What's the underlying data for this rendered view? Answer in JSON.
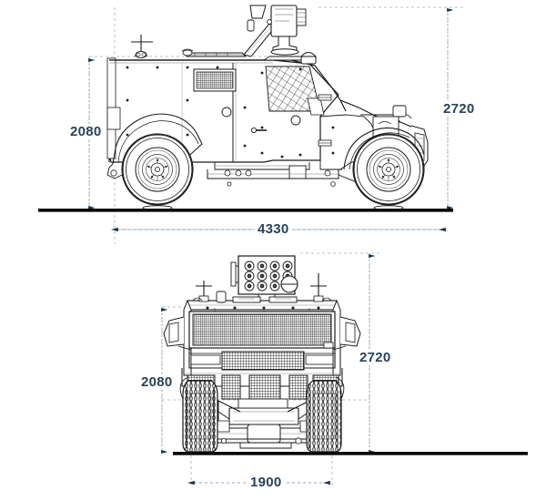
{
  "document": {
    "type": "technical-drawing",
    "subject": "armored wheeled vehicle dimensional drawing",
    "background_color": "#ffffff",
    "line_color": "#1a1a1a",
    "dimension_text_color": "#2b4257",
    "dimension_line_color": "#8fa6b8",
    "ground_line_color": "#000000"
  },
  "views": {
    "side": {
      "name": "side-elevation-view",
      "dimensions": {
        "body_height": "2080",
        "overall_height": "2720",
        "overall_length": "4330"
      }
    },
    "front": {
      "name": "front-elevation-view",
      "dimensions": {
        "body_height": "2080",
        "overall_height": "2720",
        "overall_width": "1900"
      }
    }
  },
  "labels": {
    "side_height_body": "2080",
    "side_height_overall": "2720",
    "side_length": "4330",
    "front_height_body": "2080",
    "front_height_overall": "2720",
    "front_width": "1900"
  },
  "units": "mm"
}
